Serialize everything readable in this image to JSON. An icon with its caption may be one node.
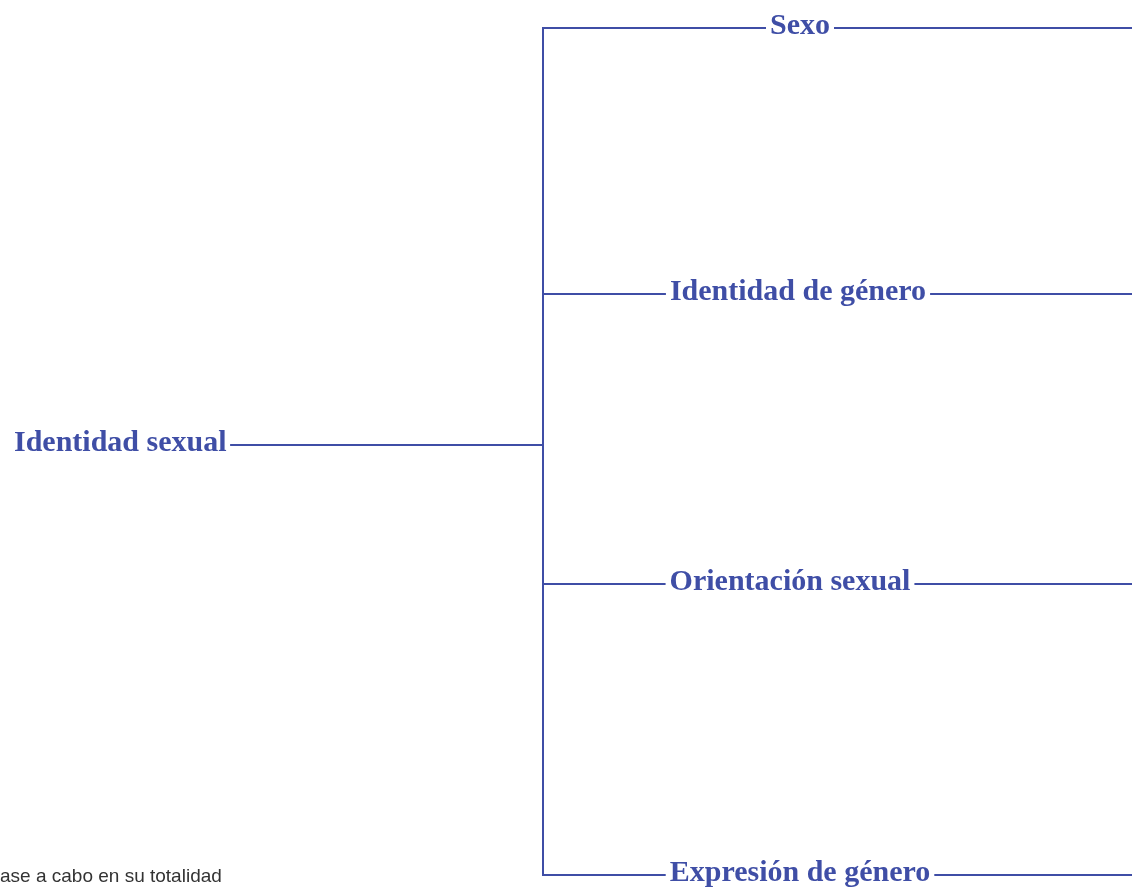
{
  "diagram": {
    "nodes": [
      {
        "text": [
          "Identidad sexual"
        ]
      },
      {
        "text": [
          "Sexo"
        ]
      },
      {
        "text": [
          "Identidad de género"
        ]
      },
      {
        "text": [
          "Orientación sexual"
        ]
      },
      {
        "text": [
          "Expresión de género"
        ]
      }
    ],
    "edges": [
      {
        "from": 0,
        "to": 1,
        "arrow": "none"
      },
      {
        "from": 0,
        "to": 2,
        "arrow": "none"
      },
      {
        "from": 0,
        "to": 3,
        "arrow": "none"
      },
      {
        "from": 0,
        "to": 4,
        "arrow": "none"
      },
      {
        "from": 1,
        "to": null,
        "arrow": "none"
      },
      {
        "from": 2,
        "to": null,
        "arrow": "none"
      },
      {
        "from": 3,
        "to": null,
        "arrow": "none"
      },
      {
        "from": 4,
        "to": null,
        "arrow": "none"
      }
    ],
    "labels": [
      "ase a cabo en su totalidad"
    ]
  }
}
